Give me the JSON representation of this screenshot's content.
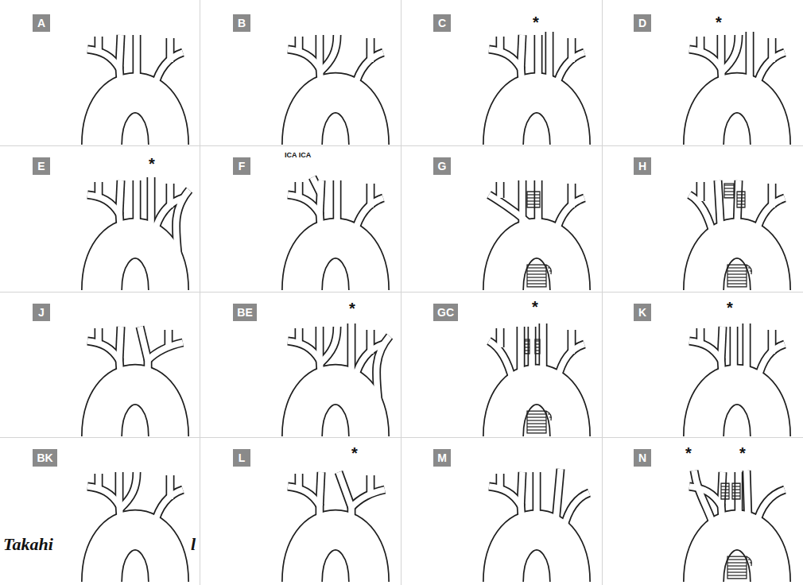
{
  "diagram": {
    "nodes": [
      {
        "text": [
          "A"
        ]
      },
      {
        "text": [
          "B"
        ]
      },
      {
        "text": [
          "C"
        ]
      },
      {
        "text": [
          "D"
        ]
      },
      {
        "text": [
          "E"
        ]
      },
      {
        "text": [
          "F"
        ]
      },
      {
        "text": [
          "G"
        ]
      },
      {
        "text": [
          "H"
        ]
      },
      {
        "text": [
          "J"
        ]
      },
      {
        "text": [
          "BE"
        ]
      },
      {
        "text": [
          "GC"
        ]
      },
      {
        "text": [
          "K"
        ]
      },
      {
        "text": [
          "BK"
        ]
      },
      {
        "text": [
          "L"
        ]
      },
      {
        "text": [
          "M"
        ]
      },
      {
        "text": [
          "N"
        ]
      }
    ],
    "labels": [
      "*",
      "*",
      "*",
      "ICA ICA",
      "*",
      "*",
      "*",
      "Takahi",
      "l",
      "*",
      "*",
      "*"
    ]
  }
}
